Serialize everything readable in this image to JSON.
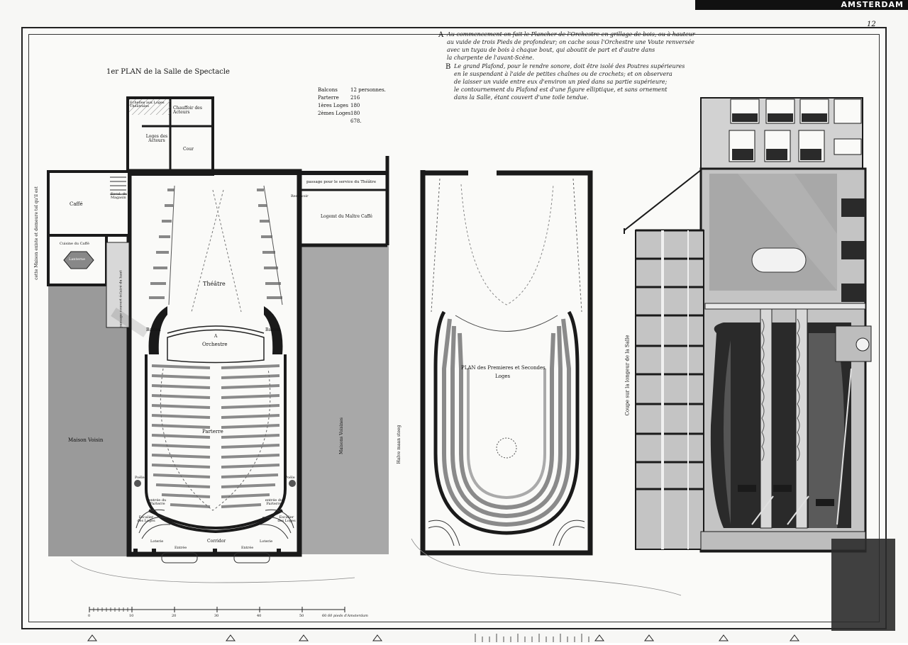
{
  "sheet": {
    "archive_tag": "AMSTERDAM",
    "page_number": "12",
    "title": "1er PLAN de la Salle de Spectacle",
    "notes": {
      "note_a_letter": "A",
      "note_a_lines": [
        "Au commencement on fait le Plancher de l'Orchestre en grillage de bois, ou à hauteur",
        "au vuide de trois Pieds de profondeur; on cache sous l'Orchestre une Voute renversée",
        "avec un tuyau de bois à chaque bout, qui aboutit de part et d'autre dans",
        "la charpente de l'avant-Scène."
      ],
      "note_b_letter": "B",
      "note_b_lines": [
        "Le grand Plafond, pour le rendre sonore, doit être isolé des Poutres supérieures",
        "en le suspendant à l'aide de petites chaînes ou de crochets; et on observera",
        "de laisser un vuide entre eux d'environ un pied dans sa partie supérieure;",
        "le contournement du Plafond est d'une figure elliptique, et sans ornement",
        "dans la Salle, étant couvert d'une toile tendue."
      ]
    },
    "capacity": {
      "rows": [
        {
          "label": "Balcons",
          "value": "12 personnes."
        },
        {
          "label": "Parterre",
          "value": "216"
        },
        {
          "label": "1ères Loges",
          "value": "180"
        },
        {
          "label": "2èmes Loges",
          "value": "180"
        }
      ],
      "total": "678."
    },
    "ground_plan_labels": {
      "echelles": "Echelles aux Loges Théâtrales",
      "chauffoir": "Chauffoir des Acteurs",
      "loges_acteurs": "Loges des Acteurs",
      "cour": "Cour",
      "caffe": "Caffé",
      "escalier_magasin": "Escal. du Magasin",
      "cuisine": "Cuisine du Caffé",
      "lanterne": "Lanterne",
      "passage_service": "passage pour le service du Théâtre",
      "reservoir": "Reservoir",
      "logement": "Logemt du Maître Caffé",
      "theatre": "Théâtre",
      "orchestre": "Orchestre",
      "orchestre_letter": "A",
      "balcon_left": "Balcon",
      "balcon_right": "Balcon",
      "parterre": "Parterre",
      "entree_parterre_left": "entrée du Parterre",
      "entree_parterre_right": "entrée du Parterre",
      "escalier_loges_left": "Escalier des Loges",
      "escalier_loges_right": "Escalier des Loges",
      "loterie_left": "Loterie",
      "loterie_right": "Loterie",
      "corridor": "Corridor",
      "entree_left": "Entrée",
      "entree_right": "Entrée",
      "poele_left": "Poële",
      "poele_right": "Poële",
      "passage_couvert": "passage couvert éclairé du haut",
      "maison_side": "cette Maison existe et demeure tel qu'il est",
      "maison_voisin": "Maison Voisin",
      "maisons_voisines": "Maisons Voisines",
      "halve_maan_steeg": "Halve maan steeg",
      "scale_label": "60 pieds d'Amsterdam"
    },
    "upper_plan_labels": {
      "title_line1": "PLAN des Premieres et Secondes",
      "title_line2": "Loges"
    },
    "section_labels": {
      "coupe": "Coupe sur la longeur de la Salle"
    },
    "scale_ticks": [
      "0",
      "10",
      "20",
      "30",
      "40",
      "50",
      "60"
    ]
  },
  "colors": {
    "paper": "#f7f7f5",
    "wall": "#1a1a1a",
    "wash_dark": "#8c8c8c",
    "wash_mid": "#b4b4b4",
    "wash_light": "#d2d2d2",
    "seat_row": "#9a9a9a"
  }
}
